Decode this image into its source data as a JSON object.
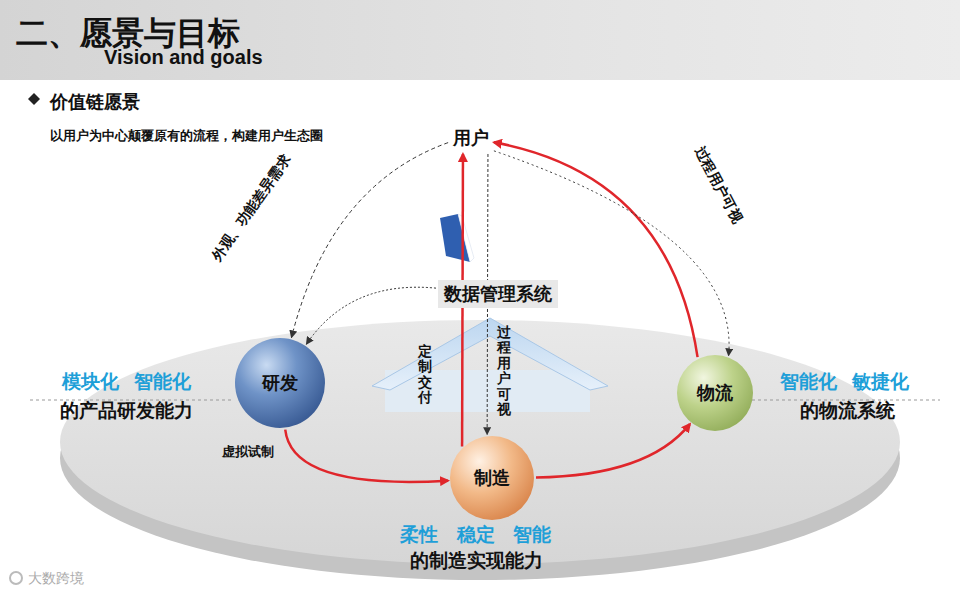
{
  "diagram": {
    "title": "二、愿景与目标",
    "nodes": [
      {
        "text": [
          "用户"
        ]
      },
      {
        "text": [
          "数据管理系统"
        ]
      },
      {
        "text": [
          "研发"
        ]
      },
      {
        "text": [
          "制造"
        ]
      },
      {
        "text": [
          "物流"
        ]
      }
    ],
    "edges": [
      {
        "from": 2,
        "to": 3,
        "arrow": "to",
        "label": "虚拟试制"
      },
      {
        "from": 3,
        "to": 4,
        "arrow": "to"
      },
      {
        "from": 3,
        "to": 0,
        "arrow": "to",
        "label": "定制交付"
      },
      {
        "from": 0,
        "to": 3,
        "arrow": "to",
        "label": "过程用户可视"
      },
      {
        "from": 4,
        "to": 0,
        "arrow": "to"
      },
      {
        "from": 0,
        "to": 4,
        "arrow": "to",
        "label": "过程用户可视"
      },
      {
        "from": 0,
        "to": 2,
        "arrow": "to",
        "label": "外观、功能差异需求"
      },
      {
        "from": 1,
        "to": 2,
        "arrow": "to"
      }
    ],
    "labels": [
      "Vision and goals",
      "价值链愿景",
      "以用户为中心颠覆原有的流程，构建用户生态圈",
      "模块化 智能化",
      "的产品研发能力",
      "智能化 敏捷化",
      "的物流系统",
      "柔性 稳定 智能",
      "的制造实现能力",
      "大数跨境"
    ]
  }
}
